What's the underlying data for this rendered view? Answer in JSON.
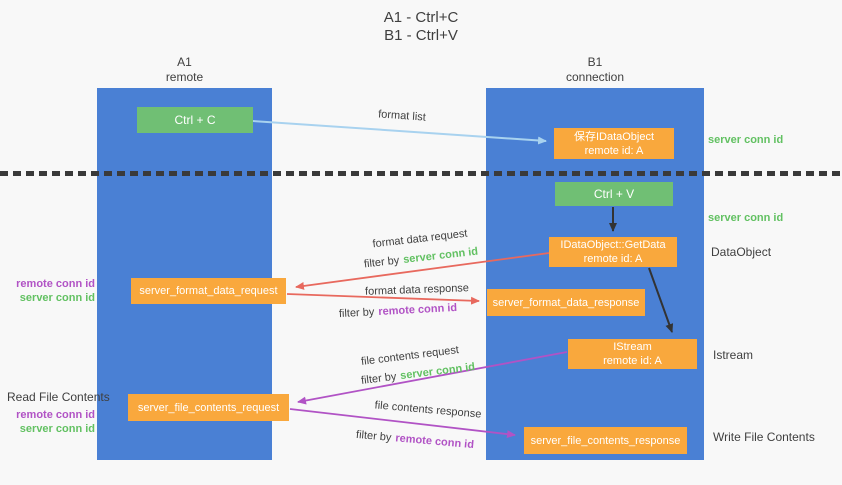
{
  "title": {
    "line1": "A1 - Ctrl+C",
    "line2": "B1 - Ctrl+V"
  },
  "lifelines": {
    "left": {
      "name": "A1",
      "role": "remote"
    },
    "right": {
      "name": "B1",
      "role": "connection"
    }
  },
  "nodes": {
    "ctrl_c": {
      "label": "Ctrl + C"
    },
    "ctrl_v": {
      "label": "Ctrl + V"
    },
    "save_idataobject": {
      "line1": "保存IDataObject",
      "line2": "remote id: A"
    },
    "getdata": {
      "line1": "IDataObject::GetData",
      "line2": "remote id: A"
    },
    "istream_obj": {
      "line1": "IStream",
      "line2": "remote id: A"
    },
    "format_request": {
      "label": "server_format_data_request"
    },
    "format_response": {
      "label": "server_format_data_response"
    },
    "file_request": {
      "label": "server_file_contents_request"
    },
    "file_response": {
      "label": "server_file_contents_response"
    }
  },
  "arrow_labels": {
    "format_list": "format list",
    "format_data_request": "format data request",
    "format_data_response": "format data response",
    "file_contents_request": "file contents request",
    "file_contents_response": "file contents response",
    "filter_by": "filter by",
    "server_conn_id": "server conn id",
    "remote_conn_id": "remote conn id"
  },
  "side_labels": {
    "left_remote_conn_id": "remote conn id",
    "left_server_conn_id": "server conn id",
    "read_file_contents": "Read File Contents",
    "left_remote_conn_id_2": "remote conn id",
    "left_server_conn_id_2": "server conn id",
    "right_server_conn_id_1": "server conn id",
    "right_server_conn_id_2": "server conn id",
    "dataobject": "DataObject",
    "istream": "Istream",
    "write_file_contents": "Write File Contents"
  },
  "colors": {
    "bg": "#f8f8f8",
    "column-blue": "#4a80d4",
    "box-green": "#70bf74",
    "box-orange": "#f9a83d",
    "label-green": "#62c162",
    "label-purple": "#b153c5",
    "arrow-red": "#e8695e",
    "arrow-purple": "#b153c5",
    "arrow-lightblue": "#a8d2ef",
    "arrow-black": "#333333",
    "ink": "#3f3f3f"
  }
}
